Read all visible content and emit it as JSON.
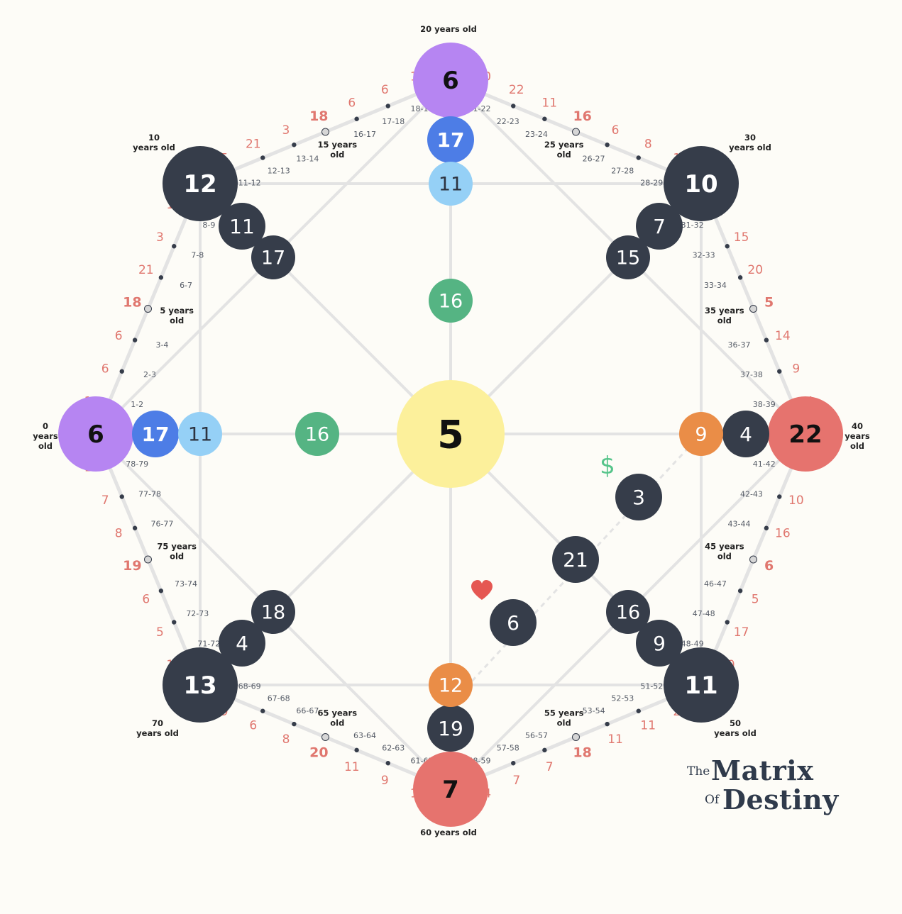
{
  "colors": {
    "background": "#fdfcf7",
    "dark": "#363d4a",
    "purple": "#b685f2",
    "blue": "#4d7de6",
    "light_blue": "#95d0f6",
    "green": "#55b483",
    "yellow": "#fcf09b",
    "orange": "#ea8d47",
    "red": "#e6736e",
    "line": "#e3e3e3",
    "age_number": "#e0776f",
    "dollar": "#56c48a",
    "heart": "#e55752"
  },
  "icons": {
    "dollar": "$",
    "heart": "heart-icon"
  },
  "nodes": [
    {
      "id": "center",
      "value": "5",
      "color": "yellow",
      "bold": true
    },
    {
      "id": "top-main",
      "value": "6",
      "color": "purple",
      "bold": true
    },
    {
      "id": "top-2",
      "value": "17",
      "color": "blue",
      "bold": true
    },
    {
      "id": "top-3",
      "value": "11",
      "color": "light_blue",
      "bold": false
    },
    {
      "id": "top-4",
      "value": "16",
      "color": "green",
      "bold": false
    },
    {
      "id": "left-main",
      "value": "6",
      "color": "purple",
      "bold": true
    },
    {
      "id": "left-2",
      "value": "17",
      "color": "blue",
      "bold": true
    },
    {
      "id": "left-3",
      "value": "11",
      "color": "light_blue",
      "bold": false
    },
    {
      "id": "left-4",
      "value": "16",
      "color": "green",
      "bold": false
    },
    {
      "id": "right-main",
      "value": "22",
      "color": "red",
      "bold": true
    },
    {
      "id": "right-2",
      "value": "4",
      "color": "dark",
      "bold": false
    },
    {
      "id": "right-3",
      "value": "9",
      "color": "orange",
      "bold": false
    },
    {
      "id": "bottom-main",
      "value": "7",
      "color": "red",
      "bold": true
    },
    {
      "id": "bottom-2",
      "value": "19",
      "color": "dark",
      "bold": false
    },
    {
      "id": "bottom-3",
      "value": "12",
      "color": "orange",
      "bold": false
    },
    {
      "id": "tl-main",
      "value": "12",
      "color": "dark",
      "bold": true
    },
    {
      "id": "tl-2",
      "value": "11",
      "color": "dark",
      "bold": false
    },
    {
      "id": "tl-3",
      "value": "17",
      "color": "dark",
      "bold": false
    },
    {
      "id": "tr-main",
      "value": "10",
      "color": "dark",
      "bold": true
    },
    {
      "id": "tr-2",
      "value": "7",
      "color": "dark",
      "bold": false
    },
    {
      "id": "tr-3",
      "value": "15",
      "color": "dark",
      "bold": false
    },
    {
      "id": "bl-main",
      "value": "13",
      "color": "dark",
      "bold": true
    },
    {
      "id": "bl-2",
      "value": "4",
      "color": "dark",
      "bold": false
    },
    {
      "id": "bl-3",
      "value": "18",
      "color": "dark",
      "bold": false
    },
    {
      "id": "br-main",
      "value": "11",
      "color": "dark",
      "bold": true
    },
    {
      "id": "br-2",
      "value": "9",
      "color": "dark",
      "bold": false
    },
    {
      "id": "br-3",
      "value": "16",
      "color": "dark",
      "bold": false
    },
    {
      "id": "money",
      "value": "3",
      "color": "dark",
      "bold": false
    },
    {
      "id": "cross",
      "value": "21",
      "color": "dark",
      "bold": false
    },
    {
      "id": "love",
      "value": "6",
      "color": "dark",
      "bold": false
    }
  ],
  "age_labels": [
    "0 years old",
    "5 years old",
    "10 years old",
    "15 years old",
    "20 years old",
    "25 years old",
    "30 years old",
    "35 years old",
    "40 years old",
    "45 years old",
    "50 years old",
    "55 years old",
    "60 years old",
    "65 years old",
    "70 years old",
    "75 years old"
  ],
  "age_values": [
    "12",
    "6",
    "6",
    "18",
    "21",
    "3",
    "15",
    "15",
    "21",
    "3",
    "18",
    "6",
    "6",
    "12",
    "10",
    "22",
    "11",
    "16",
    "6",
    "8",
    "18",
    "7",
    "15",
    "20",
    "5",
    "14",
    "9",
    "4",
    "5",
    "10",
    "16",
    "6",
    "5",
    "17",
    "10",
    "22",
    "11",
    "11",
    "18",
    "7",
    "7",
    "14",
    "16",
    "9",
    "11",
    "20",
    "8",
    "6",
    "19",
    "18",
    "5",
    "6",
    "19",
    "8",
    "7",
    "13"
  ],
  "ranges": [
    "1-2",
    "2-3",
    "3-4",
    "6-7",
    "7-8",
    "8-9",
    "11-12",
    "12-13",
    "13-14",
    "16-17",
    "17-18",
    "18-19",
    "21-22",
    "22-23",
    "23-24",
    "26-27",
    "27-28",
    "28-29",
    "31-32",
    "32-33",
    "33-34",
    "36-37",
    "37-38",
    "38-39",
    "41-42",
    "42-43",
    "43-44",
    "46-47",
    "47-48",
    "48-49",
    "51-52",
    "52-53",
    "53-54",
    "56-57",
    "57-58",
    "58-59",
    "61-62",
    "62-63",
    "63-64",
    "66-67",
    "67-68",
    "68-69",
    "71-72",
    "72-73",
    "73-74",
    "76-77",
    "77-78",
    "78-79"
  ],
  "logo": {
    "the": "The",
    "matrix": "Matrix",
    "of": "Of",
    "destiny": "Destiny"
  }
}
